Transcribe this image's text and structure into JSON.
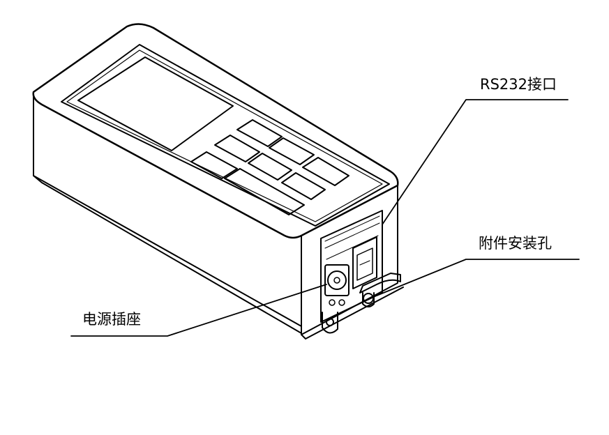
{
  "colors": {
    "line": "#000000",
    "background": "#ffffff"
  },
  "labels": {
    "rs232": "RS232接口",
    "mount": "附件安装孔",
    "power": "电源插座"
  }
}
